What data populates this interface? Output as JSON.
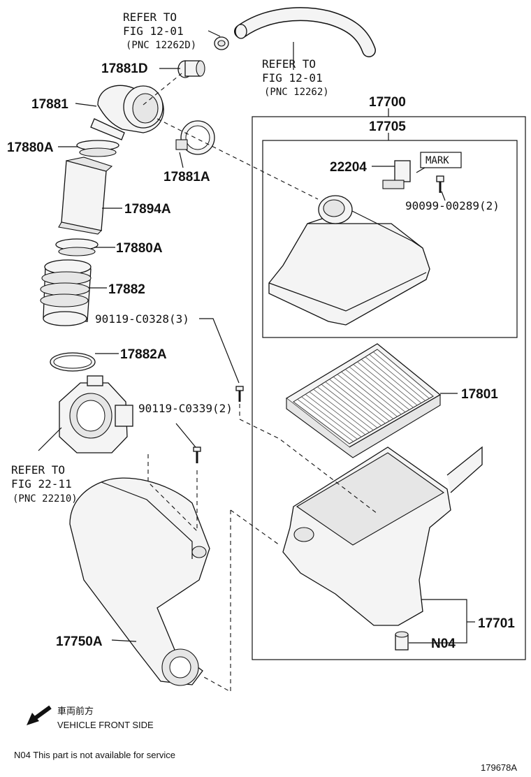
{
  "labels": {
    "refer1": [
      "REFER TO",
      "FIG 12-01",
      "(PNC 12262D)"
    ],
    "refer2": [
      "REFER TO",
      "FIG 12-01",
      "(PNC 12262)"
    ],
    "refer3": [
      "REFER TO",
      "FIG 22-11",
      "(PNC 22210)"
    ],
    "p17881D": "17881D",
    "p17881": "17881",
    "p17880A_top": "17880A",
    "p17894A": "17894A",
    "p17881A": "17881A",
    "p17880A_bottom": "17880A",
    "p17882": "17882",
    "p90119_0328": "90119-C0328(3)",
    "p17882A": "17882A",
    "p90119_0339": "90119-C0339(2)",
    "p17750A": "17750A",
    "p17700": "17700",
    "p17705": "17705",
    "p22204": "22204",
    "mark": "MARK",
    "p90099": "90099-00289(2)",
    "p17801": "17801",
    "p17701": "17701",
    "n04": "N04"
  },
  "footer": {
    "vehicle_front_jp": "車両前方",
    "vehicle_front_en": "VEHICLE FRONT SIDE",
    "n04_note": "N04  This part is not available for service",
    "figure_code": "179678A"
  },
  "icons": {
    "direction": "arrow-down-left-icon"
  }
}
